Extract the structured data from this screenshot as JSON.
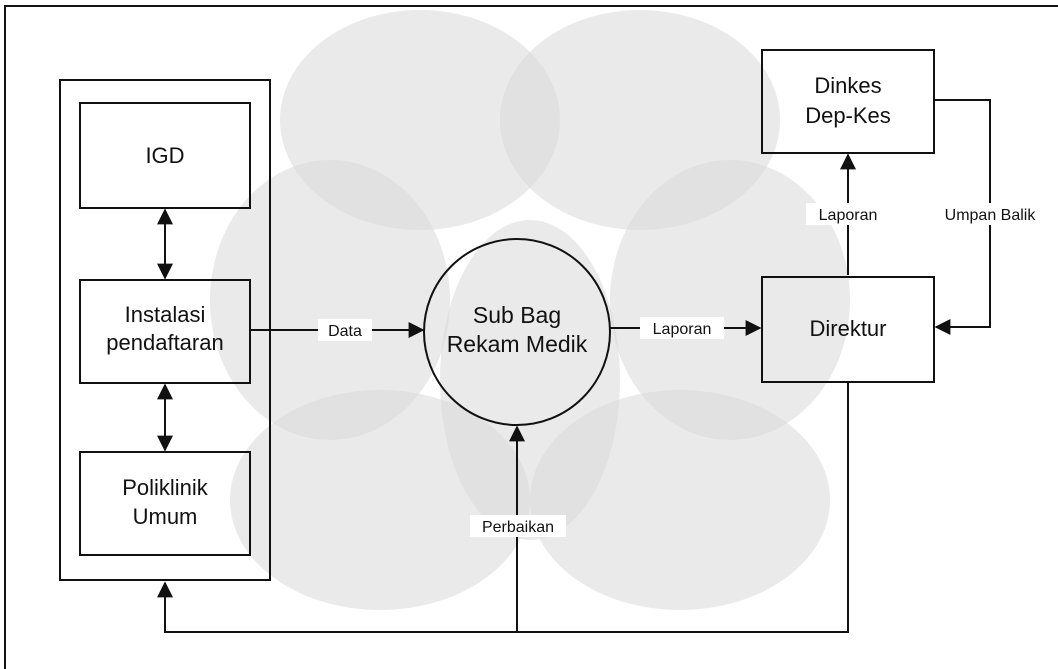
{
  "boxes": {
    "igd": "IGD",
    "instalasi_line1": "Instalasi",
    "instalasi_line2": "pendaftaran",
    "poliklinik_line1": "Poliklinik",
    "poliklinik_line2": "Umum",
    "dinkes_line1": "Dinkes",
    "dinkes_line2": "Dep-Kes",
    "direktur": "Direktur"
  },
  "process": {
    "line1": "Sub Bag",
    "line2": "Rekam Medik"
  },
  "flows": {
    "data": "Data",
    "laporan_to_direktur": "Laporan",
    "laporan_to_dinkes": "Laporan",
    "umpan_balik": "Umpan Balik",
    "perbaikan": "Perbaikan"
  },
  "watermark": {
    "description": "Universitas Indonesia makara logo watermark",
    "color": "#d9d9d9"
  }
}
